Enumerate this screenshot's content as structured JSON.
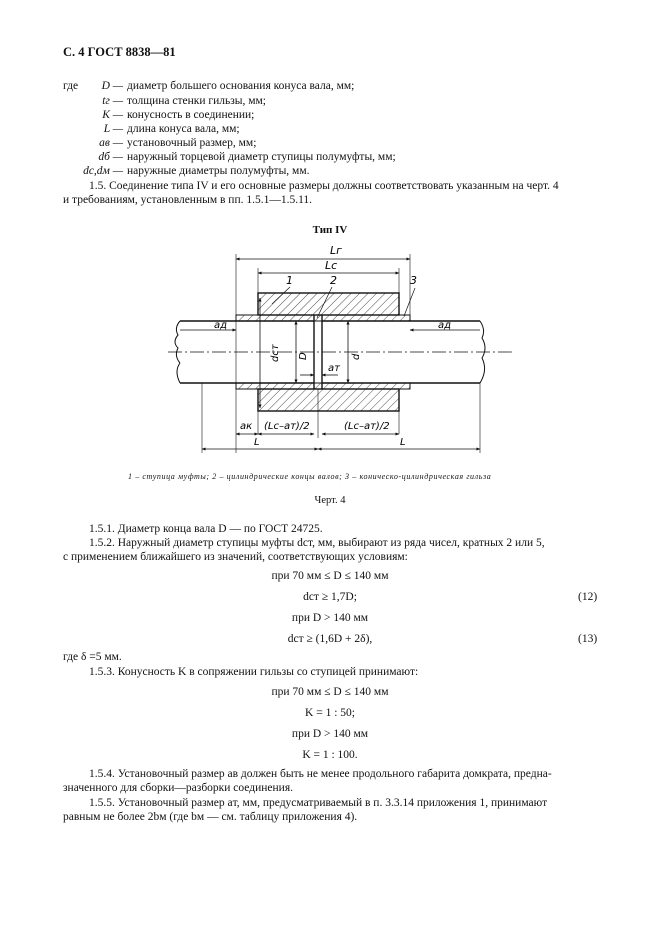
{
  "header": "С. 4 ГОСТ 8838—81",
  "definitions": [
    {
      "prefix": "где",
      "symbol": "D —",
      "text": "диаметр большего основания конуса вала, мм;"
    },
    {
      "prefix": "",
      "symbol": "tг —",
      "text": "толщина стенки гильзы, мм;"
    },
    {
      "prefix": "",
      "symbol": "K —",
      "text": "конусность в соединении;"
    },
    {
      "prefix": "",
      "symbol": "L —",
      "text": "длина конуса вала, мм;"
    },
    {
      "prefix": "",
      "symbol": "aв —",
      "text": "установочный размер, мм;"
    },
    {
      "prefix": "",
      "symbol": "dб —",
      "text": "наружный торцевой диаметр ступицы полумуфты, мм;"
    },
    {
      "prefix": "",
      "symbol": "dс,dм —",
      "text": "наружные диаметры полумуфты, мм."
    }
  ],
  "para_1_5": {
    "line1": "1.5.  Соединение типа IV и его основные размеры должны соответствовать указанным на черт. 4",
    "line2": "и требованиям, установленным в пп. 1.5.1—1.5.11."
  },
  "figure": {
    "title": "Тип IV",
    "labels": {
      "Lr": "Lг",
      "Lc": "Lс",
      "n1": "1",
      "n2": "2",
      "n3": "3",
      "ad_left": "aд",
      "ad_right": "aд",
      "dct": "dст",
      "D": "D",
      "d": "d",
      "at": "aт",
      "ak": "aк",
      "half_left": "(Lс–aт)/2",
      "half_right": "(Lс–aт)/2",
      "L_left": "L",
      "L_right": "L"
    },
    "caption": "1 – ступица муфты; 2 – цилиндрические концы валов; 3 – коническо-цилиндрическая гильза",
    "label": "Черт. 4"
  },
  "p151": "1.5.1.  Диаметр конца вала D — по ГОСТ 24725.",
  "p152": {
    "line1": "1.5.2.  Наружный диаметр ступицы муфты dст, мм, выбирают из ряда чисел, кратных 2 или 5,",
    "line2": "с применением ближайшего из значений, соответствующих условиям:"
  },
  "cond1": "при 70 мм ≤ D ≤ 140 мм",
  "eq12": "dст ≥ 1,7D;",
  "eq12_num": "(12)",
  "cond2": "при D > 140 мм",
  "eq13": "dст ≥ (1,6D + 2δ),",
  "eq13_num": "(13)",
  "delta_note": "где δ =5 мм.",
  "p153": "1.5.3.  Конусность K в сопряжении гильзы со ступицей принимают:",
  "cond3": "при 70 мм ≤ D ≤ 140 мм",
  "k1": "K = 1 : 50;",
  "cond4": "при D > 140 мм",
  "k2": "K = 1 : 100.",
  "p154": {
    "line1": "1.5.4.  Установочный размер aв должен быть не менее продольного габарита домкрата, предна-",
    "line2": "значенного для сборки—разборки соединения."
  },
  "p155": {
    "line1": "1.5.5.  Установочный размер aт, мм, предусматриваемый в п. 3.3.14 приложения 1, принимают",
    "line2": "равным не более 2bм (где bм — см. таблицу приложения 4)."
  }
}
